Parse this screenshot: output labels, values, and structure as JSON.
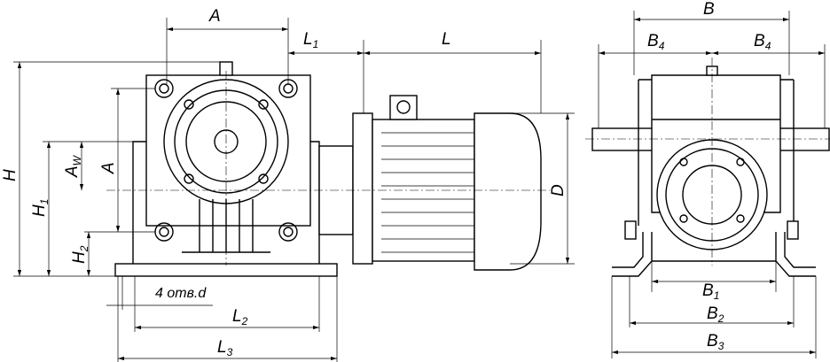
{
  "labels": {
    "A_top": "A",
    "L1": "L",
    "L1_sub": "1",
    "L": "L",
    "H": "H",
    "H1": "H",
    "H1_sub": "1",
    "Aw": "A",
    "Aw_sub": "W",
    "A_side": "A",
    "H2": "H",
    "H2_sub": "2",
    "D": "D",
    "holes": "4 отв.d",
    "L2": "L",
    "L2_sub": "2",
    "L3": "L",
    "L3_sub": "3",
    "B": "B",
    "B4a": "B",
    "B4a_sub": "4",
    "B4b": "B",
    "B4b_sub": "4",
    "B1": "B",
    "B1_sub": "1",
    "B2": "B",
    "B2_sub": "2",
    "B3": "B",
    "B3_sub": "3"
  }
}
